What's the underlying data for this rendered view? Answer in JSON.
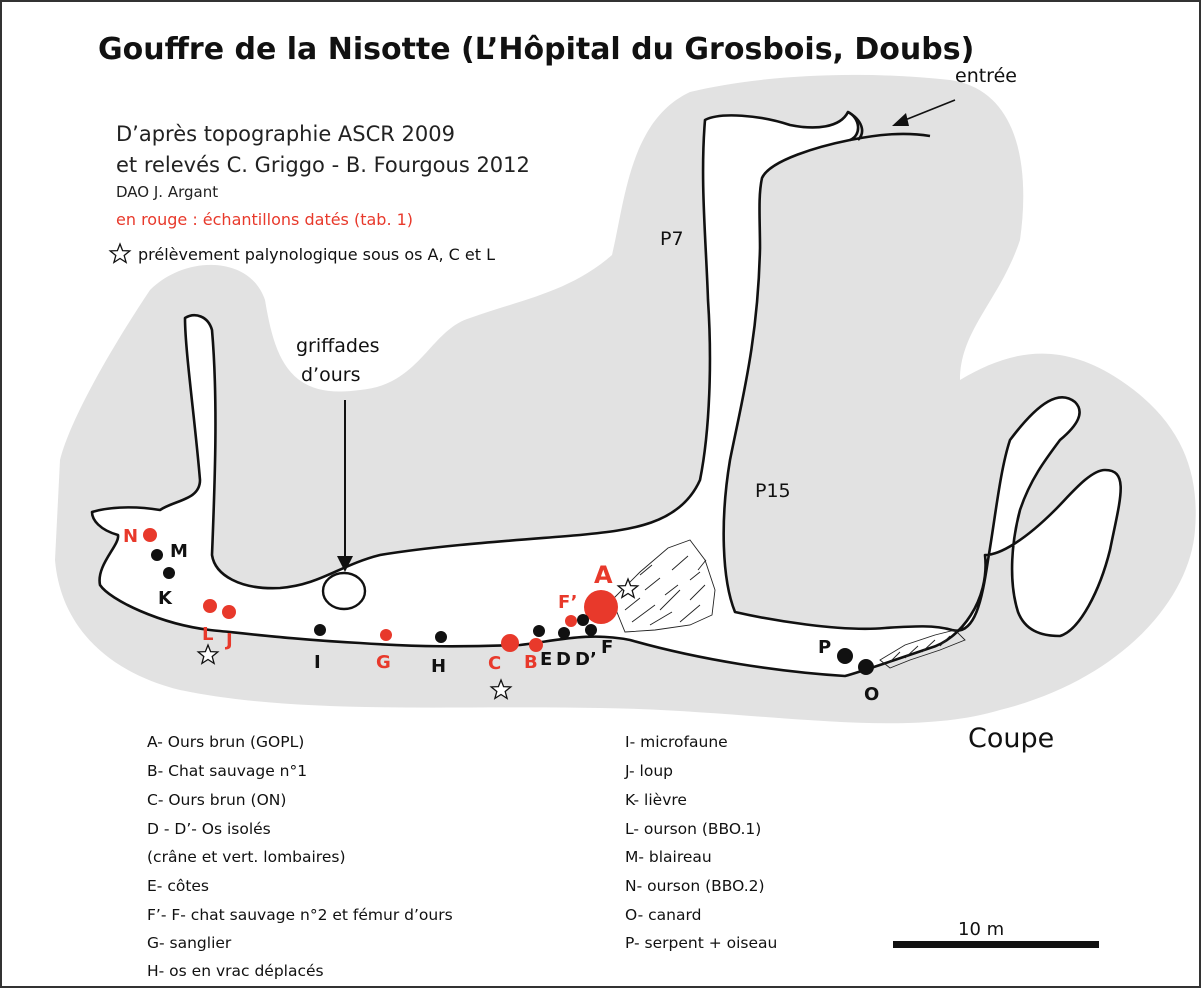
{
  "title": "Gouffre de la Nisotte (L’Hôpital du Grosbois, Doubs)",
  "credits": {
    "line1": "D’après topographie ASCR 2009",
    "line2": "et relevés C. Griggo - B. Fourgous 2012",
    "line3": "DAO J. Argant"
  },
  "notes": {
    "red_note": "en rouge : échantillons datés (tab. 1)",
    "star_note": "prélèvement palynologique sous os A, C et L"
  },
  "map_labels": {
    "entree": "entrée",
    "p7": "P7",
    "p15": "P15",
    "griffades_line1": "griffades",
    "griffades_line2": "d’ours",
    "coupe": "Coupe"
  },
  "points": {
    "A": "A",
    "F_prime": "F’",
    "F": "F",
    "D_prime": "D’",
    "D": "D",
    "E": "E",
    "B": "B",
    "C": "C",
    "H": "H",
    "G": "G",
    "I": "I",
    "L": "L",
    "J": "J",
    "K": "K",
    "M": "M",
    "N": "N",
    "P": "P",
    "O": "O"
  },
  "legend_left": [
    "A- Ours brun (GOPL)",
    "B- Chat sauvage n°1",
    "C- Ours brun (ON)",
    "D - D’- Os isolés",
    "(crâne et vert. lombaires)",
    "E- côtes",
    "F’- F- chat sauvage n°2 et fémur d’ours",
    "G- sanglier",
    "H- os en vrac déplacés"
  ],
  "legend_right": [
    "I- microfaune",
    "J- loup",
    "K- lièvre",
    "L- ourson (BBO.1)",
    "M- blaireau",
    "N- ourson (BBO.2)",
    "O- canard",
    "P- serpent + oiseau"
  ],
  "scale": {
    "label": "10 m"
  },
  "colors": {
    "dated_red": "#e8392b",
    "rock_gray": "#e2e2e2",
    "ink": "#111111"
  }
}
